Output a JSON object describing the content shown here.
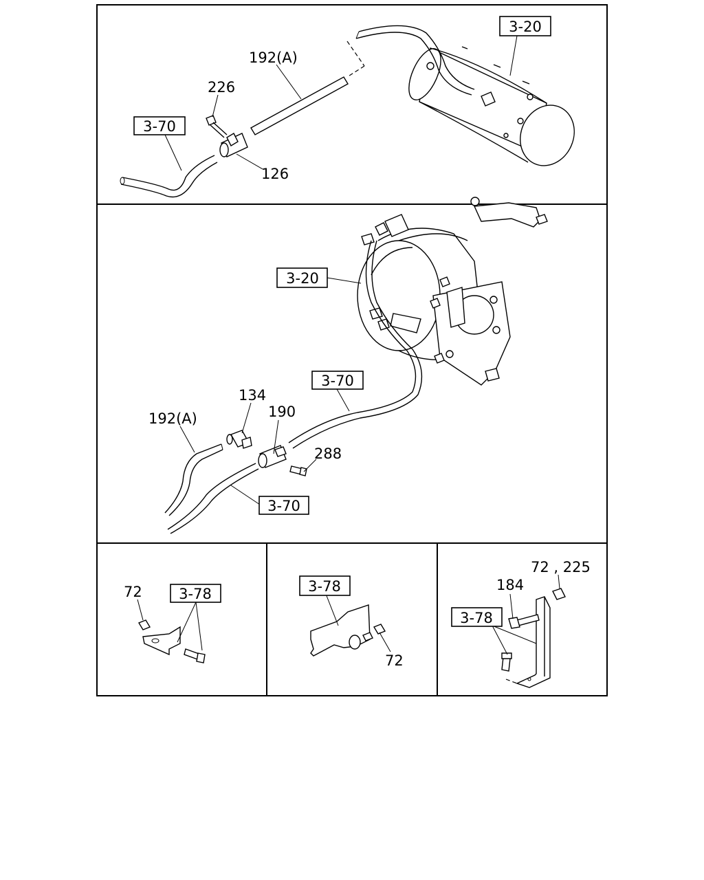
{
  "labels": {
    "top_ref_tank": "3-20",
    "top_part_hose": "192(A)",
    "top_part_bolt": "226",
    "top_ref_pipe": "3-70",
    "top_part_union": "126",
    "mid_ref_unit": "3-20",
    "mid_ref_pipe_upper": "3-70",
    "mid_part_elbow": "134",
    "mid_part_tee": "190",
    "mid_part_hose": "192(A)",
    "mid_part_bolt": "288",
    "mid_ref_pipe_lower": "3-70",
    "bl_part_nut": "72",
    "bl_ref_bracket": "3-78",
    "bm_ref_bracket": "3-78",
    "bm_part_nut": "72",
    "br_part_nuts": "72 , 225",
    "br_part_bolt": "184",
    "br_ref_bracket": "3-78"
  }
}
